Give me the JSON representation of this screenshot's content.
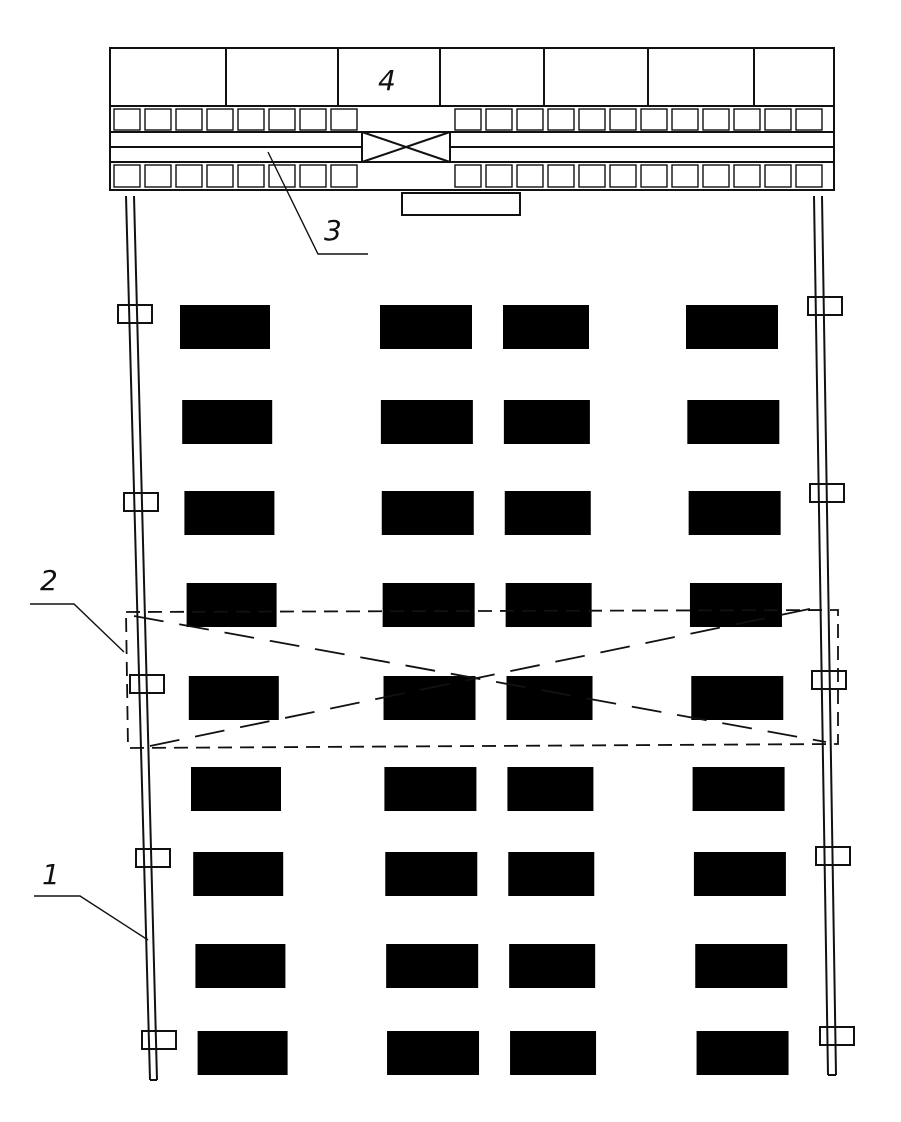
{
  "labels": {
    "column": "1",
    "bracing": "2",
    "rail": "3",
    "panel": "4"
  }
}
